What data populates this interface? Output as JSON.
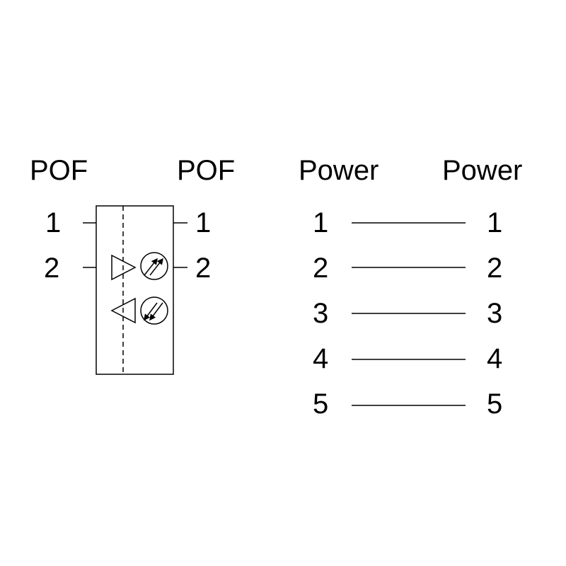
{
  "pof": {
    "left_header": "POF",
    "right_header": "POF",
    "left_pins": [
      "1",
      "2"
    ],
    "right_pins": [
      "1",
      "2"
    ]
  },
  "power": {
    "left_header": "Power",
    "right_header": "Power",
    "left_pins": [
      "1",
      "2",
      "3",
      "4",
      "5"
    ],
    "right_pins": [
      "1",
      "2",
      "3",
      "4",
      "5"
    ]
  },
  "colors": {
    "stroke": "#000000",
    "background": "#ffffff"
  },
  "icons": {
    "transmitter": "triangle-right-icon",
    "receiver": "triangle-left-icon",
    "photo_emitter": "circle-arrows-out-icon",
    "photo_detector": "circle-arrows-in-icon"
  }
}
